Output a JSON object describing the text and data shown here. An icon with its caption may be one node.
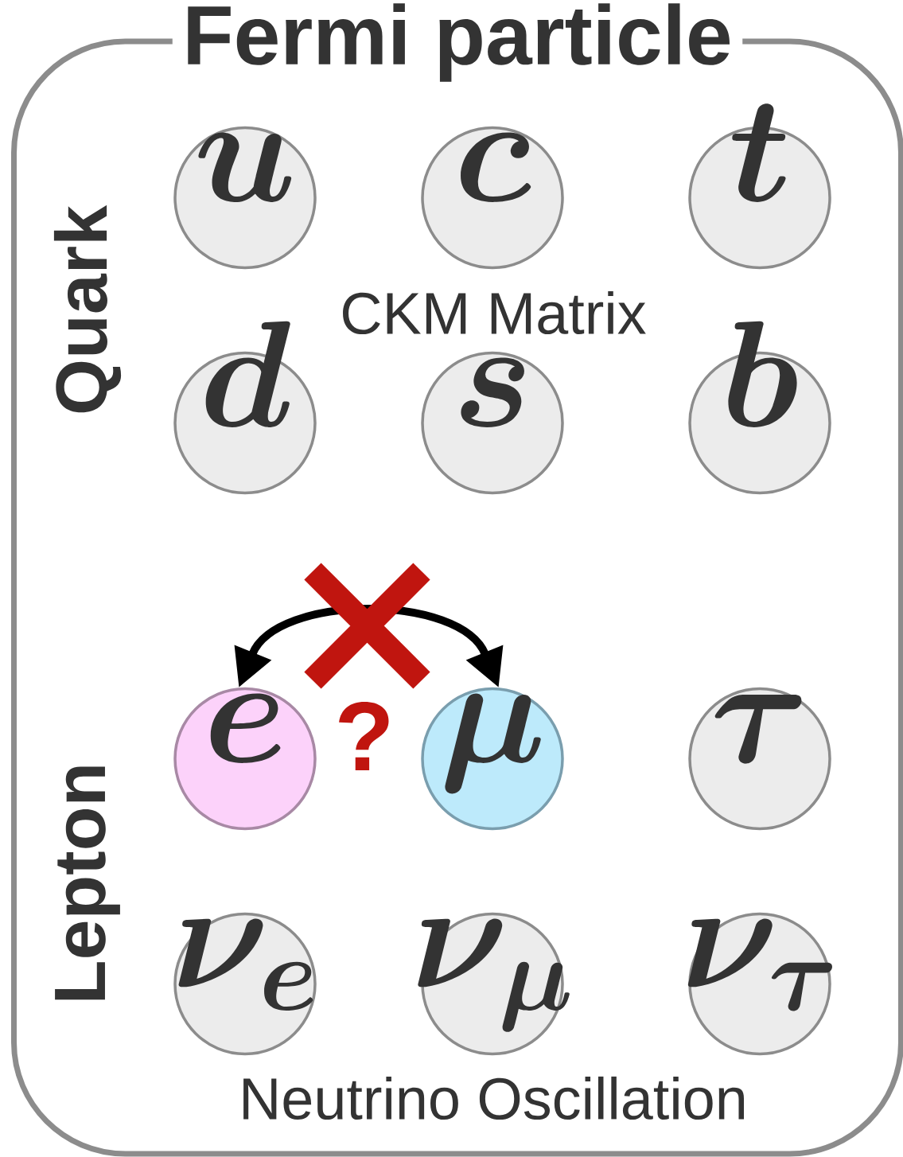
{
  "diagram": {
    "nodes": [
      {
        "text": [
          "Fermi particle"
        ]
      },
      {
        "text": [
          "u"
        ],
        "in": 0
      },
      {
        "text": [
          "c"
        ],
        "in": 0
      },
      {
        "text": [
          "t"
        ],
        "in": 0
      },
      {
        "text": [
          "d"
        ],
        "in": 0
      },
      {
        "text": [
          "s"
        ],
        "in": 0
      },
      {
        "text": [
          "b"
        ],
        "in": 0
      },
      {
        "text": [
          "e"
        ],
        "in": 0
      },
      {
        "text": [
          "\\mu"
        ],
        "in": 0
      },
      {
        "text": [
          "\\tau"
        ],
        "in": 0
      },
      {
        "text": [
          "\\nu_e"
        ],
        "in": 0
      },
      {
        "text": [
          "\\nu_\\mu"
        ],
        "in": 0
      },
      {
        "text": [
          "\\nu_\\tau"
        ],
        "in": 0
      }
    ],
    "edges": [
      {
        "from": 7,
        "to": 8,
        "arrow": "both"
      }
    ],
    "labels": [
      "Quark",
      "CKM Matrix",
      "?",
      "Lepton",
      "Neutrino Oscillation"
    ]
  }
}
